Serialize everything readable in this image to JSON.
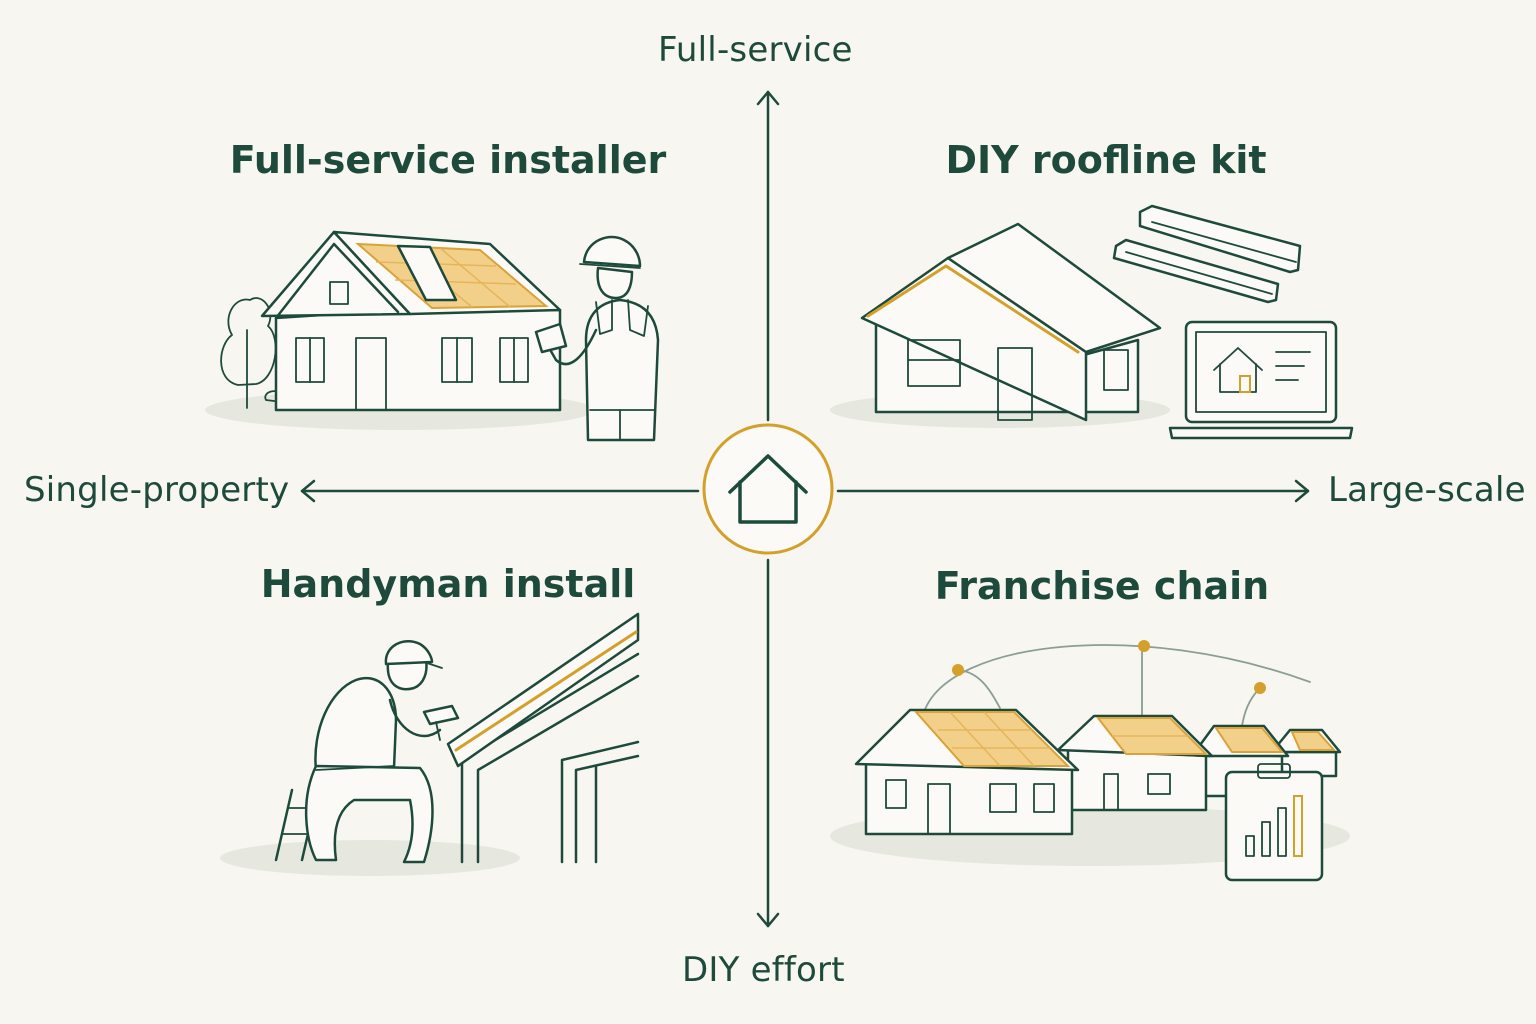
{
  "axes": {
    "top": "Full-service",
    "bottom": "DIY effort",
    "left": "Single-property",
    "right": "Large-scale"
  },
  "quadrants": {
    "top_left": {
      "title": "Full-service installer"
    },
    "top_right": {
      "title": "DIY roofline kit"
    },
    "bottom_left": {
      "title": "Handyman install"
    },
    "bottom_right": {
      "title": "Franchise chain"
    }
  },
  "colors": {
    "ink": "#1e4a3c",
    "accent": "#d4a02c",
    "solar": "#f2d08a",
    "background": "#f7f6f0"
  },
  "icons": {
    "center": "house-icon"
  }
}
